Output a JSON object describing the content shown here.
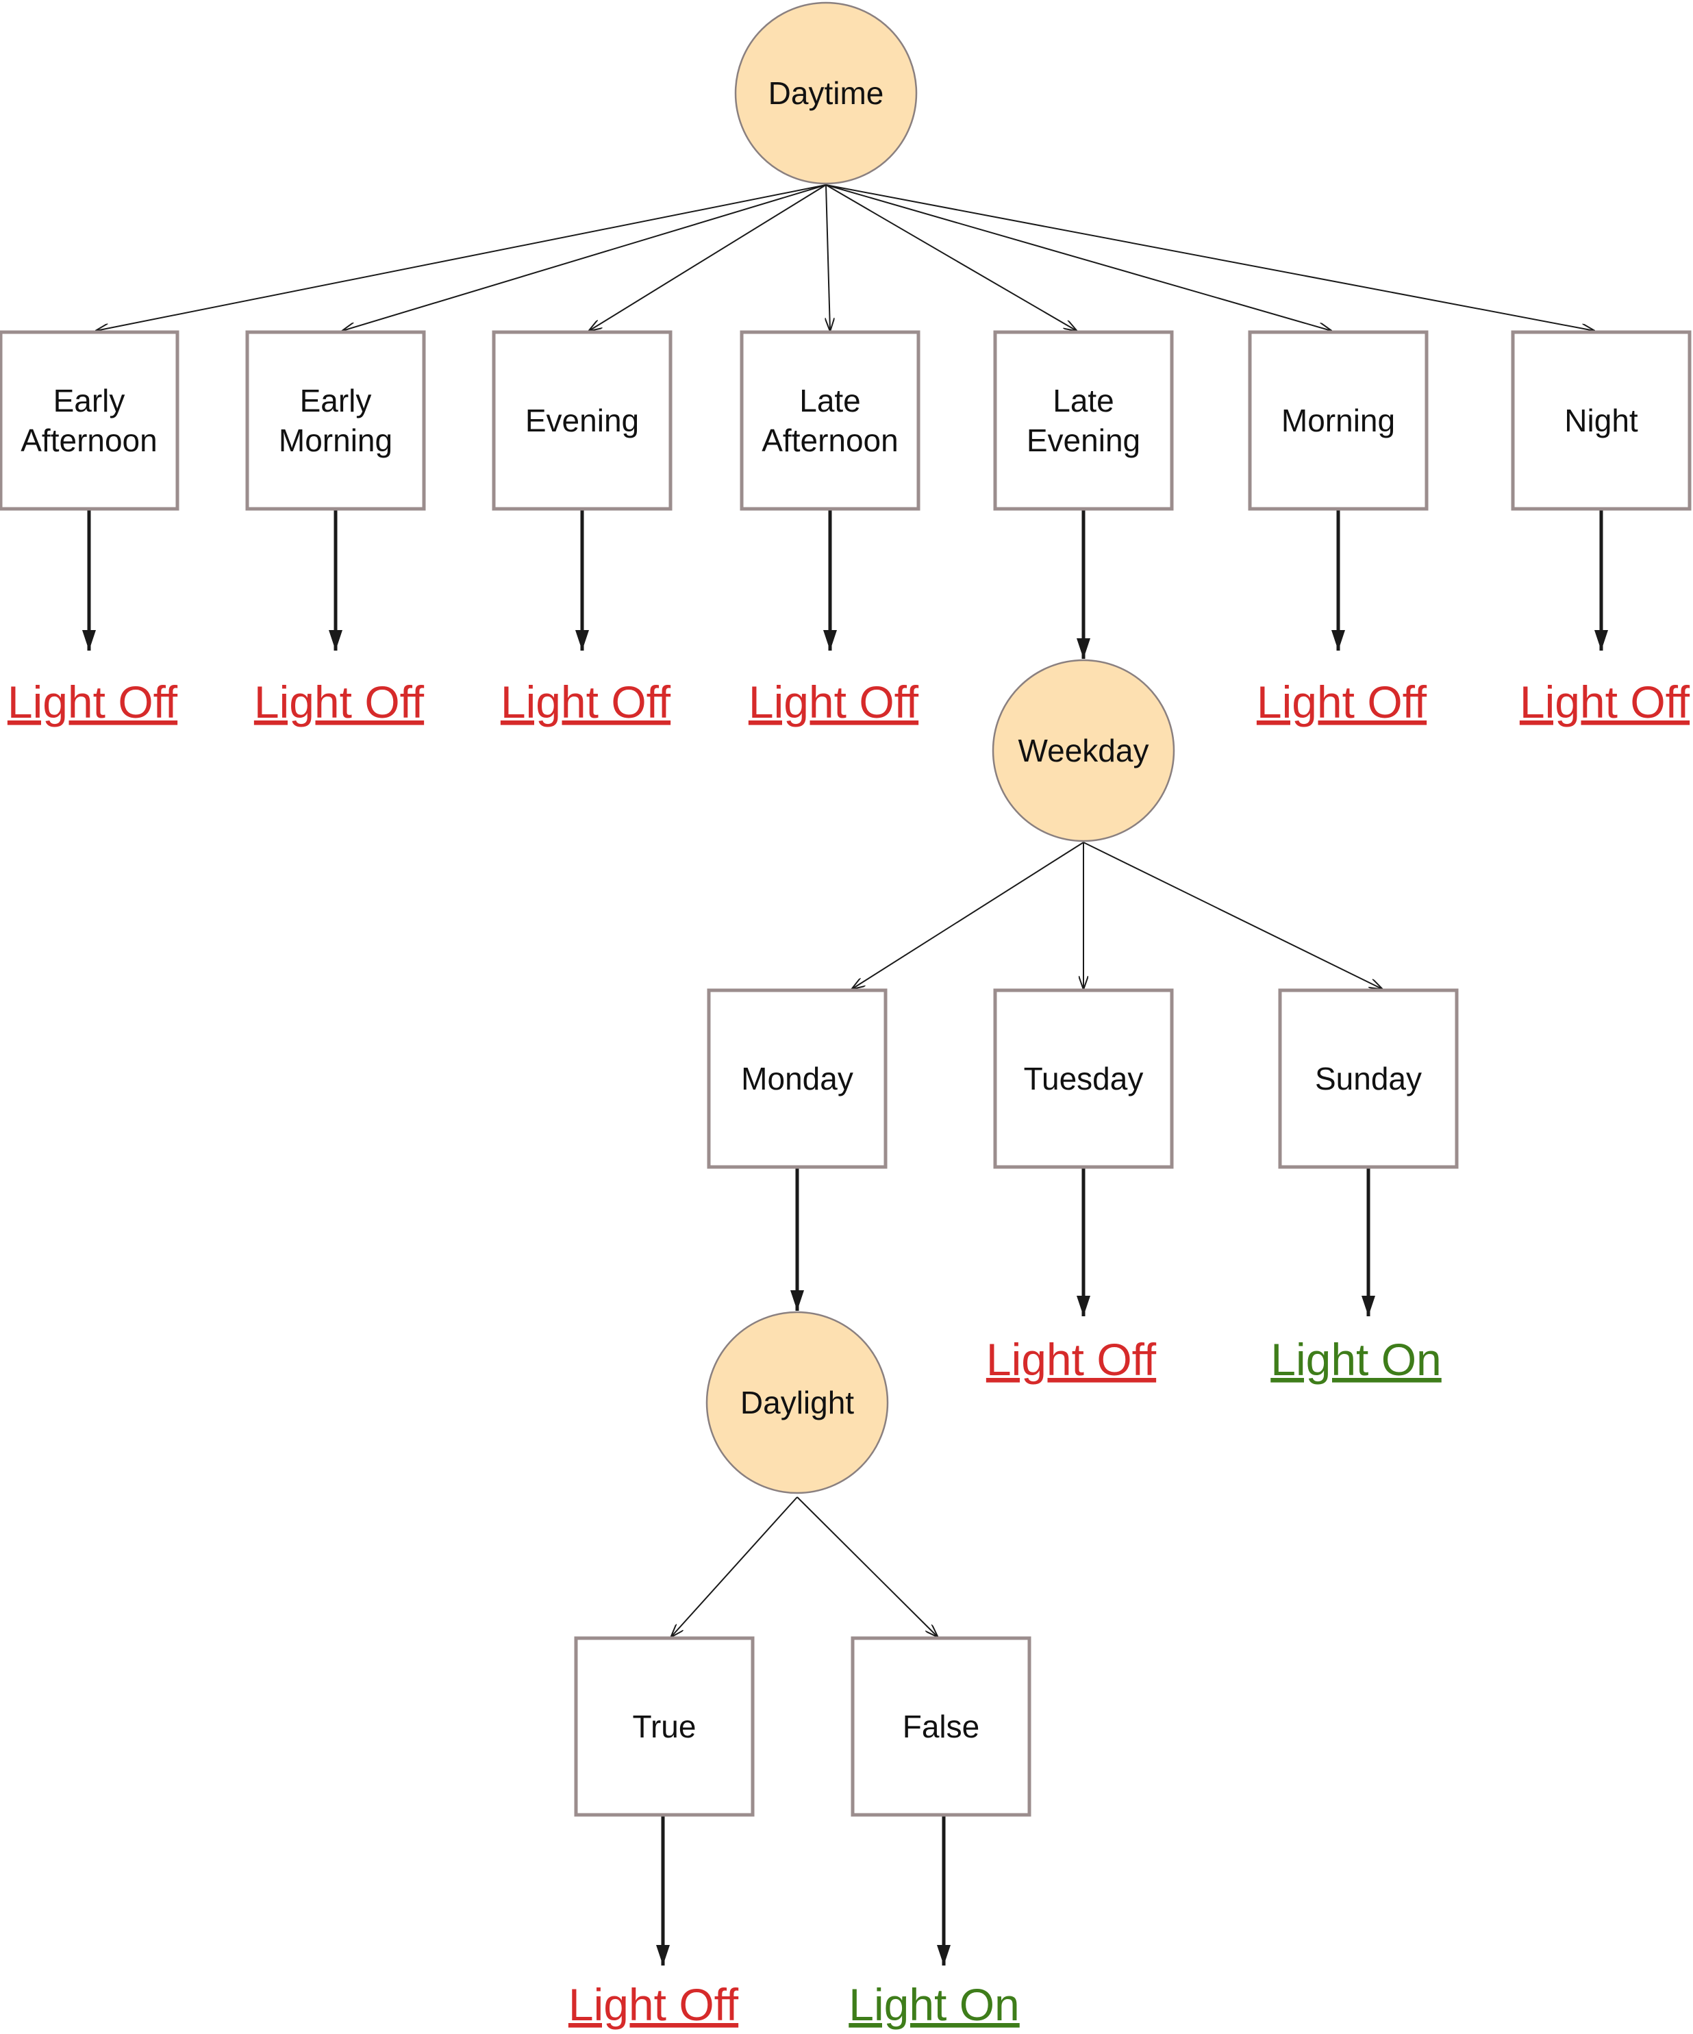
{
  "diagram": {
    "root": {
      "label": "Daytime",
      "children": [
        {
          "label": [
            "Early",
            "Afternoon"
          ],
          "outcome": "Light Off"
        },
        {
          "label": [
            "Early",
            "Morning"
          ],
          "outcome": "Light Off"
        },
        {
          "label": [
            "Evening"
          ],
          "outcome": "Light Off"
        },
        {
          "label": [
            "Late",
            "Afternoon"
          ],
          "outcome": "Light Off"
        },
        {
          "label": [
            "Late",
            "Evening"
          ],
          "subtree": {
            "label": "Weekday",
            "children": [
              {
                "label": [
                  "Monday"
                ],
                "subtree": {
                  "label": "Daylight",
                  "children": [
                    {
                      "label": [
                        "True"
                      ],
                      "outcome": "Light Off"
                    },
                    {
                      "label": [
                        "False"
                      ],
                      "outcome": "Light On"
                    }
                  ]
                }
              },
              {
                "label": [
                  "Tuesday"
                ],
                "outcome": "Light Off"
              },
              {
                "label": [
                  "Sunday"
                ],
                "outcome": "Light On"
              }
            ]
          }
        },
        {
          "label": [
            "Morning"
          ],
          "outcome": "Light Off"
        },
        {
          "label": [
            "Night"
          ],
          "outcome": "Light Off"
        }
      ]
    },
    "colors": {
      "decision_fill": "#fde0b1",
      "box_border": "#9b8d8d",
      "light_off": "#d62a2a",
      "light_on": "#3e7d1a"
    }
  }
}
